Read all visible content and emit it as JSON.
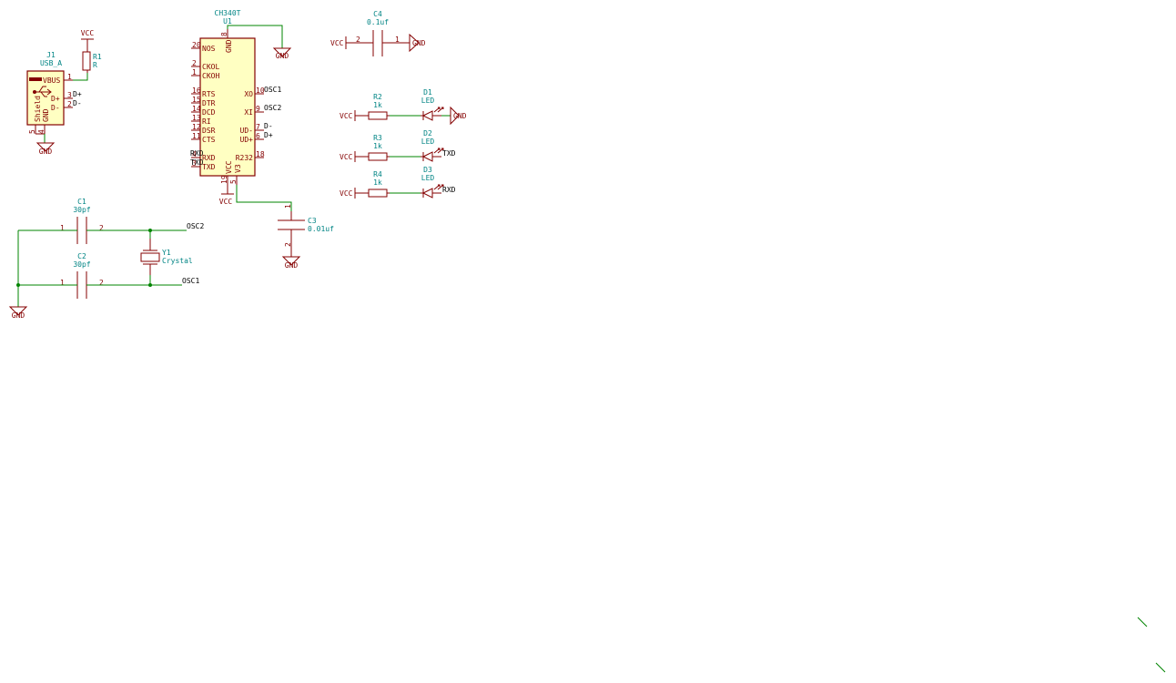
{
  "power": {
    "vcc": "VCC",
    "gnd": "GND"
  },
  "u1": {
    "ref": "U1",
    "value": "CH340T",
    "left_pins": [
      {
        "num": "20",
        "name": "NOS"
      },
      {
        "num": "2",
        "name": "CKOL"
      },
      {
        "num": "1",
        "name": "CKOH"
      },
      {
        "num": "16",
        "name": "RTS"
      },
      {
        "num": "15",
        "name": "DTR"
      },
      {
        "num": "14",
        "name": "DCD"
      },
      {
        "num": "13",
        "name": "RI"
      },
      {
        "num": "12",
        "name": "DSR"
      },
      {
        "num": "11",
        "name": "CTS"
      },
      {
        "num": "4",
        "name": "RXD"
      },
      {
        "num": "3",
        "name": "TXD"
      }
    ],
    "right_pins": [
      {
        "num": "10",
        "name": "XO"
      },
      {
        "num": "9",
        "name": "XI"
      },
      {
        "num": "7",
        "name": "UD-"
      },
      {
        "num": "6",
        "name": "UD+"
      },
      {
        "num": "18",
        "name": "R232"
      }
    ],
    "top_pin": {
      "num": "8",
      "name": "GND"
    },
    "bottom_pins": [
      {
        "num": "19",
        "name": "VCC"
      },
      {
        "num": "5",
        "name": "V3"
      }
    ],
    "nets": {
      "osc1": "OSC1",
      "osc2": "OSC2",
      "dminus": "D-",
      "dplus": "D+",
      "rxd": "RXD",
      "txd": "TXD"
    }
  },
  "j1": {
    "ref": "J1",
    "value": "USB_A",
    "pin_vbus": "VBUS",
    "pin_dp": "D+",
    "pin_dm": "D-",
    "pin_gnd": "GND",
    "pin_shield": "Shield",
    "num_vbus": "1",
    "num_dp": "3",
    "num_dm": "2",
    "num_shield": "5",
    "num_gnd": "4",
    "net_dp": "D+",
    "net_dm": "D-"
  },
  "r1": {
    "ref": "R1",
    "value": "R"
  },
  "c4": {
    "ref": "C4",
    "value": "0.1uf",
    "pin_a": "2",
    "pin_b": "1"
  },
  "c3": {
    "ref": "C3",
    "value": "0.01uf",
    "pin_a": "1",
    "pin_b": "2"
  },
  "c1": {
    "ref": "C1",
    "value": "30pf",
    "pin_a": "1",
    "pin_b": "2",
    "net": "OSC2"
  },
  "c2": {
    "ref": "C2",
    "value": "30pf",
    "pin_a": "1",
    "pin_b": "2",
    "net": "OSC1"
  },
  "y1": {
    "ref": "Y1",
    "value": "Crystal"
  },
  "leds": [
    {
      "r_ref": "R2",
      "r_val": "1k",
      "d_ref": "D1",
      "d_val": "LED",
      "net": "GND"
    },
    {
      "r_ref": "R3",
      "r_val": "1k",
      "d_ref": "D2",
      "d_val": "LED",
      "net": "TXD"
    },
    {
      "r_ref": "R4",
      "r_val": "1k",
      "d_ref": "D3",
      "d_val": "LED",
      "net": "RXD"
    }
  ]
}
